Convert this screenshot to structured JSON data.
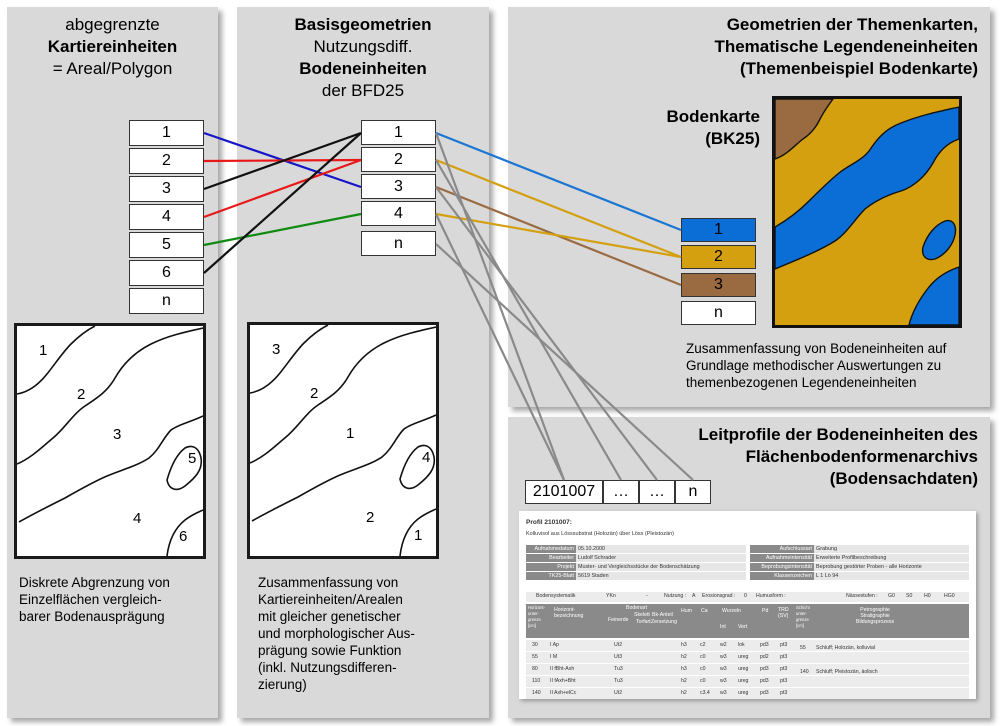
{
  "left_panel": {
    "title_line1": "abgegrenzte",
    "title_line2": "Kartiereinheiten",
    "title_line3": "= Areal/Polygon",
    "boxes": [
      "1",
      "2",
      "3",
      "4",
      "5",
      "6",
      "n"
    ],
    "map_labels": [
      "1",
      "2",
      "3",
      "5",
      "4",
      "6"
    ],
    "caption": [
      "Diskrete Abgrenzung von",
      "Einzelflächen vergleich-",
      "barer Bodenausprägung"
    ]
  },
  "mid_panel": {
    "title_line1": "Basisgeometrien",
    "title_line2": "Nutzungsdiff.",
    "title_line3": "Bodeneinheiten",
    "title_line4": "der BFD25",
    "boxes": [
      "1",
      "2",
      "3",
      "4",
      "n"
    ],
    "map_labels": [
      "3",
      "2",
      "1",
      "4",
      "2",
      "1"
    ],
    "caption": [
      "Zusammenfassung von",
      "Kartiereinheiten/Arealen",
      "mit gleicher genetischer",
      "und morphologischer Aus-",
      "prägung sowie  Funktion",
      "(inkl. Nutzungsdifferen-",
      "zierung)"
    ]
  },
  "top_right_panel": {
    "title_line1": "Geometrien der Themenkarten,",
    "title_line2": "Thematische Legendeneinheiten",
    "title_line3": "(Themenbeispiel Bodenkarte)",
    "map_title_line1": "Bodenkarte",
    "map_title_line2": "(BK25)",
    "legend": [
      {
        "label": "1",
        "color": "#0a6ed6"
      },
      {
        "label": "2",
        "color": "#d4a010"
      },
      {
        "label": "3",
        "color": "#9a6a40"
      },
      {
        "label": "n",
        "color": "#ffffff"
      }
    ],
    "caption": [
      "Zusammenfassung von Bodeneinheiten auf",
      "Grundlage methodischer Auswertungen zu",
      "themenbezogenen Legendeneinheiten"
    ]
  },
  "bottom_right_panel": {
    "title_line1": "Leitprofile der Bodeneinheiten des",
    "title_line2": "Flächenbodenformenarchivs",
    "title_line3": "(Bodensachdaten)",
    "profile_boxes": [
      "2101007",
      "…",
      "…",
      "n"
    ]
  },
  "profile_sheet": {
    "heading": "Profil 2101007:",
    "subtitle": "Kolluvisol aus Lösssubstrat (Holozän) über Löss (Pleistozän)",
    "meta_left": [
      {
        "label": "Aufnahmedatum",
        "value": "05.10.2000"
      },
      {
        "label": "Bearbeiter",
        "value": "Ludolf Schrader"
      },
      {
        "label": "Projekt",
        "value": "Muster- und Vergleichsstücke der Bodenschätzung"
      },
      {
        "label": "TK25-Blatt",
        "value": "5619   Staden"
      }
    ],
    "meta_right": [
      {
        "label": "Aufschlussart",
        "value": "Grabung"
      },
      {
        "label": "Aufnahmeintensität",
        "value": "Erweiterte Profilbeschreibung"
      },
      {
        "label": "Beprobungsintensität",
        "value": "Beprobung gestörter Proben - alle Horizonte"
      },
      {
        "label": "Klassenzeichen",
        "value": "L 1 Lö 94"
      }
    ],
    "info_bar": {
      "bodensystematik_label": "Bodensystematik",
      "bodensystematik": "YKn",
      "dash": "-",
      "nutzung_label": "Nutzung :",
      "nutzung": "A",
      "erosion_label": "Erosionsgrad :",
      "erosion": "0",
      "humus_label": "Humusform :",
      "naesse_label": "Nässestufen :",
      "naesse": [
        "G0",
        "S0",
        "H0",
        "HG0"
      ]
    },
    "headers": {
      "untergrenze": "Horizont-\nunter-\ngrenze\n[cm]",
      "bezeichnung": "Horizont-\nbezeichnung",
      "bodenart": "Bodenart",
      "feinerde": "Feinerde",
      "skelett": "Skelett",
      "torfart": "Torfart",
      "bk_anteil": "Bk-Anteil",
      "zersetzung": "Zersetzung",
      "hum": "Hum",
      "ca": "Ca",
      "wurzeln": "Wurzeln",
      "int": "Int",
      "vert": "Vert",
      "pd": "Pd",
      "trd": "TRD\n(SV)",
      "schicht": "Schicht\nunter-\ngrenze\n[cm]",
      "petro": "Petrographie\nStratigraphie\nBildungsprozess"
    },
    "rows": [
      {
        "depth": "30",
        "horizon": "I Ap",
        "feinerde": "Ut2",
        "hum": "h3",
        "ca": "c2",
        "int": "w2",
        "vert": "lok",
        "pd": "pd3",
        "trd": "pt3"
      },
      {
        "depth": "55",
        "horizon": "I M",
        "feinerde": "Ut3",
        "hum": "h2",
        "ca": "c0",
        "int": "w3",
        "vert": "ureg",
        "pd": "pd2",
        "trd": "pt3"
      },
      {
        "depth": "80",
        "horizon": "II fBht-Axh",
        "feinerde": "Tu3",
        "hum": "h3",
        "ca": "c0",
        "int": "w3",
        "vert": "ureg",
        "pd": "pd3",
        "trd": "pt3"
      },
      {
        "depth": "110",
        "horizon": "II fAxh+Bht",
        "feinerde": "Tu3",
        "hum": "h2",
        "ca": "c0",
        "int": "w3",
        "vert": "ureg",
        "pd": "pd3",
        "trd": "pt3"
      },
      {
        "depth": "140",
        "horizon": "II Axh+elCc",
        "feinerde": "Ut2",
        "hum": "h2",
        "ca": "c3.4",
        "int": "w3",
        "vert": "ureg",
        "pd": "pd3",
        "trd": "pt3"
      }
    ],
    "schicht": [
      {
        "depth": "55",
        "text": "Schluff; Holozän, kolluvial"
      },
      {
        "depth": "140",
        "text": "Schluff; Pleistozän, äolisch"
      }
    ]
  }
}
